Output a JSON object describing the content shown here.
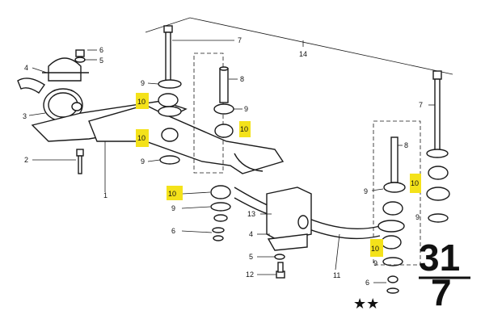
{
  "diagram": {
    "labels": {
      "l1": "1",
      "l2": "2",
      "l3": "3",
      "l4a": "4",
      "l4b": "4",
      "l5a": "5",
      "l5b": "5",
      "l6a": "6",
      "l6b": "6",
      "l6c": "6",
      "l7a": "7",
      "l7b": "7",
      "l8a": "8",
      "l8b": "8",
      "l9a": "9",
      "l9b": "9",
      "l9c": "9",
      "l9d": "9",
      "l9e": "9",
      "l9f": "9",
      "l9g": "9",
      "l10a": "10",
      "l10b": "10",
      "l10c": "10",
      "l10d": "10",
      "l10e": "10",
      "l10f": "10",
      "l11": "11",
      "l12": "12",
      "l13": "13",
      "l14": "14"
    },
    "group_number": "31",
    "sub_number": "7",
    "stars": "★★",
    "highlight_color": "#f4e21a"
  }
}
